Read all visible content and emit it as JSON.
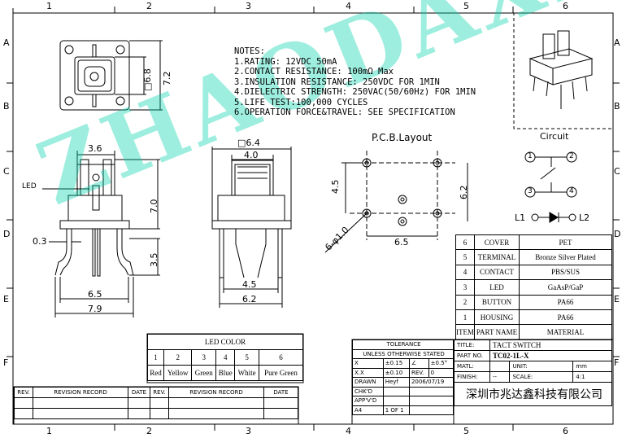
{
  "grid": {
    "cols": [
      "1",
      "2",
      "3",
      "4",
      "5",
      "6"
    ],
    "rows": [
      "A",
      "B",
      "C",
      "D",
      "E",
      "F"
    ]
  },
  "notes": {
    "title": "NOTES:",
    "lines": [
      "1.RATING: 12VDC 50mA",
      "2.CONTACT RESISTANCE: 100mΩ Max",
      "3.INSULATION RESISTANCE: 250VDC FOR 1MIN",
      "4.DIELECTRIC STRENGTH: 250VAC(50/60Hz) FOR 1MIN",
      "5.LIFE TEST:100,000 CYCLES",
      "6.OPERATION FORCE&TRAVEL: SEE SPECIFICATION"
    ]
  },
  "dims": {
    "top_inner": "□6.8",
    "top_outer": "7.2",
    "front_width_top": "3.6",
    "front_led": "LED",
    "front_height": "7.0",
    "front_pin": "0.3",
    "front_pin_len": "3.5",
    "front_w1": "6.5",
    "front_w2": "7.9",
    "side_top": "□6.4",
    "side_w": "4.0",
    "side_w2": "4.5",
    "side_w3": "6.2"
  },
  "pcb": {
    "title": "P.C.B.Layout",
    "v1": "4.5",
    "v2": "6.2",
    "h": "6.5",
    "hole": "6-φ1.0"
  },
  "circuit": {
    "title": "Circuit",
    "n1": "1",
    "n2": "2",
    "n3": "3",
    "n4": "4",
    "l1": "L1",
    "l2": "L2"
  },
  "bom": {
    "rows": [
      {
        "no": "6",
        "part": "COVER",
        "mat": "PET"
      },
      {
        "no": "5",
        "part": "TERMINAL",
        "mat": "Bronze Silver Plated"
      },
      {
        "no": "4",
        "part": "CONTACT",
        "mat": "PBS/SUS"
      },
      {
        "no": "3",
        "part": "LED",
        "mat": "GaAsP/GaP"
      },
      {
        "no": "2",
        "part": "BUTTON",
        "mat": "PA66"
      },
      {
        "no": "1",
        "part": "HOUSING",
        "mat": "PA66"
      }
    ],
    "header": {
      "item": "ITEM",
      "part": "PART NAME",
      "mat": "MATERIAL"
    }
  },
  "led_color": {
    "title": "LED COLOR",
    "nums": [
      "1",
      "2",
      "3",
      "4",
      "5",
      "6"
    ],
    "colors": [
      "Red",
      "Yellow",
      "Green",
      "Blue",
      "White",
      "Pure Green"
    ]
  },
  "tol": {
    "title": "TOLERANCE",
    "sub": "UNLESS OTHERWISE STATED",
    "x": "X",
    "x_val": "±0.15",
    "ang": "∠",
    "ang_val": "±0.5°",
    "xx": "X.X",
    "xx_val": "±0.10",
    "rev": "REV.",
    "rev_val": "0",
    "drawn": "DRAWN",
    "drawn_by": "Heyf",
    "date": "2006/07/19",
    "chkd": "CHK'D",
    "appvd": "APP'V'D",
    "size": "A4",
    "sheet": "1 OF 1"
  },
  "title_block": {
    "title_lbl": "TITLE:",
    "title": "TACT SWITCH",
    "partno_lbl": "PART NO.",
    "partno": "TC02-1L-X",
    "matl": "MATL:",
    "unit_lbl": "UNIT:",
    "unit": "mm",
    "finish_lbl": "FINISH:",
    "finish": "--",
    "scale_lbl": "SCALE:",
    "scale": "4:1",
    "company": "深圳市兆达鑫科技有限公司"
  },
  "rev_table": {
    "rev": "REV.",
    "record": "REVISION RECORD",
    "date": "DATE"
  },
  "watermark": "ZHAODAXIN",
  "colors": {
    "line": "#000000",
    "watermark": "#00d2aa"
  }
}
